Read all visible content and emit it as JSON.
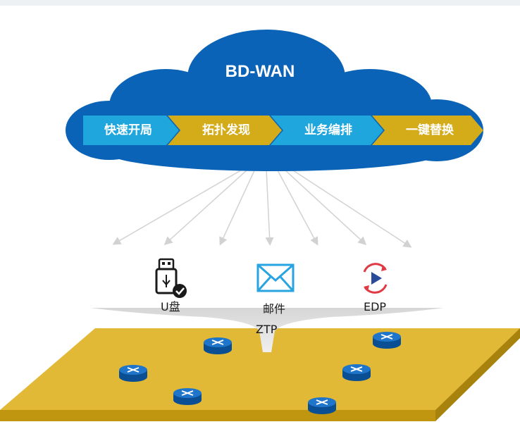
{
  "cloud": {
    "title": "BD-WAN",
    "steps": [
      {
        "label": "快速开局",
        "color": "#1fa6dd"
      },
      {
        "label": "拓扑发现",
        "color": "#d4ab19"
      },
      {
        "label": "业务编排",
        "color": "#1fa6dd"
      },
      {
        "label": "一键替换",
        "color": "#d4ab19"
      }
    ],
    "color": "#0a63b6"
  },
  "methods": [
    {
      "label": "U盘",
      "icon": "usb-drive-check-icon"
    },
    {
      "label": "邮件",
      "icon": "envelope-icon"
    },
    {
      "label": "EDP",
      "icon": "edp-play-refresh-icon"
    }
  ],
  "ztp_label": "ZTP",
  "platform": {
    "color": "#e2b936",
    "icon": "router-icon"
  }
}
